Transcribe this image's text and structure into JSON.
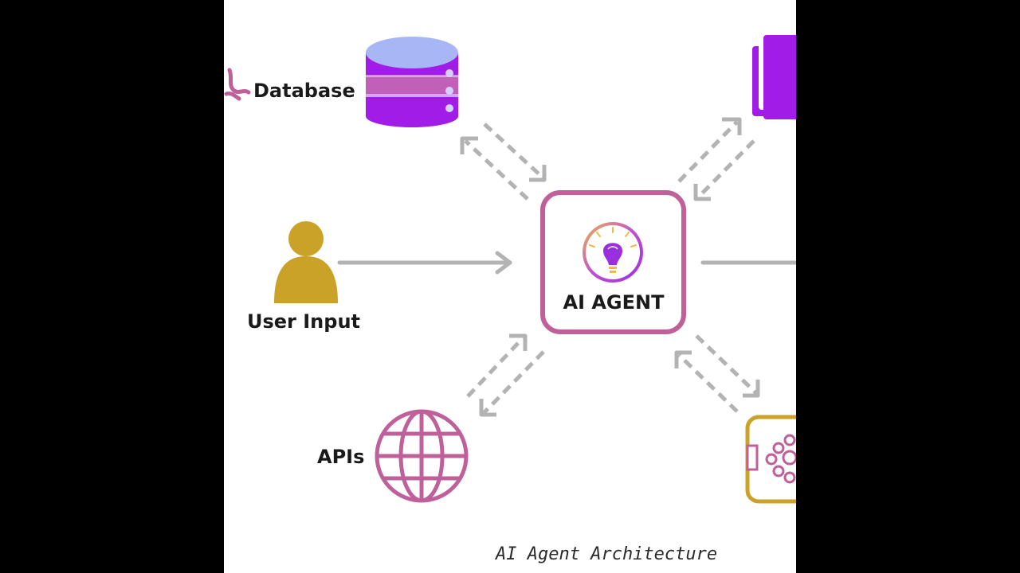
{
  "diagram": {
    "center_node": {
      "label": "AI AGENT",
      "icon": "lightbulb-brain-icon"
    },
    "nodes": [
      {
        "id": "database",
        "label": "Database",
        "icon": "database-icon"
      },
      {
        "id": "user-input",
        "label": "User Input",
        "icon": "user-icon"
      },
      {
        "id": "apis",
        "label": "APIs",
        "icon": "globe-icon"
      },
      {
        "id": "documents",
        "label": "",
        "icon": "documents-icon"
      },
      {
        "id": "processor",
        "label": "",
        "icon": "chip-icon"
      }
    ],
    "caption": "AI Agent Architecture"
  },
  "colors": {
    "agent_border": "#c0609b",
    "arrow": "#b3b3b3",
    "purple": "#a21ce8",
    "violet": "#9f7df0",
    "gold": "#c9a227",
    "pink": "#c0609b",
    "panel": "#ffffff",
    "letterbox": "#000000"
  }
}
